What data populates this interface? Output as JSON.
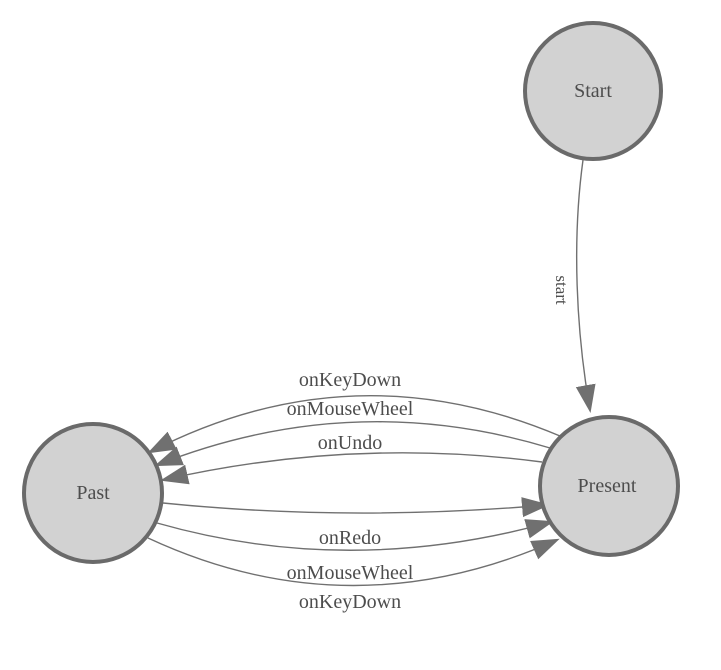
{
  "diagram": {
    "type": "state-machine",
    "background_color": "#ffffff",
    "colors": {
      "node_fill": "#d2d2d2",
      "node_stroke": "#6a6a6a",
      "edge_stroke": "#707070",
      "arrowhead_fill": "#707070",
      "label_text": "#4d4d4d"
    },
    "nodes": {
      "start": {
        "label": "Start"
      },
      "present": {
        "label": "Present"
      },
      "past": {
        "label": "Past"
      }
    },
    "edges": {
      "start_to_present": {
        "from": "Start",
        "to": "Present",
        "label": "start"
      },
      "present_to_past": [
        {
          "from": "Present",
          "to": "Past",
          "label": "onKeyDown"
        },
        {
          "from": "Present",
          "to": "Past",
          "label": "onMouseWheel"
        },
        {
          "from": "Present",
          "to": "Past",
          "label": "onUndo"
        }
      ],
      "past_to_present": [
        {
          "from": "Past",
          "to": "Present",
          "label": "onRedo"
        },
        {
          "from": "Past",
          "to": "Present",
          "label": "onMouseWheel"
        },
        {
          "from": "Past",
          "to": "Present",
          "label": "onKeyDown"
        }
      ]
    }
  }
}
